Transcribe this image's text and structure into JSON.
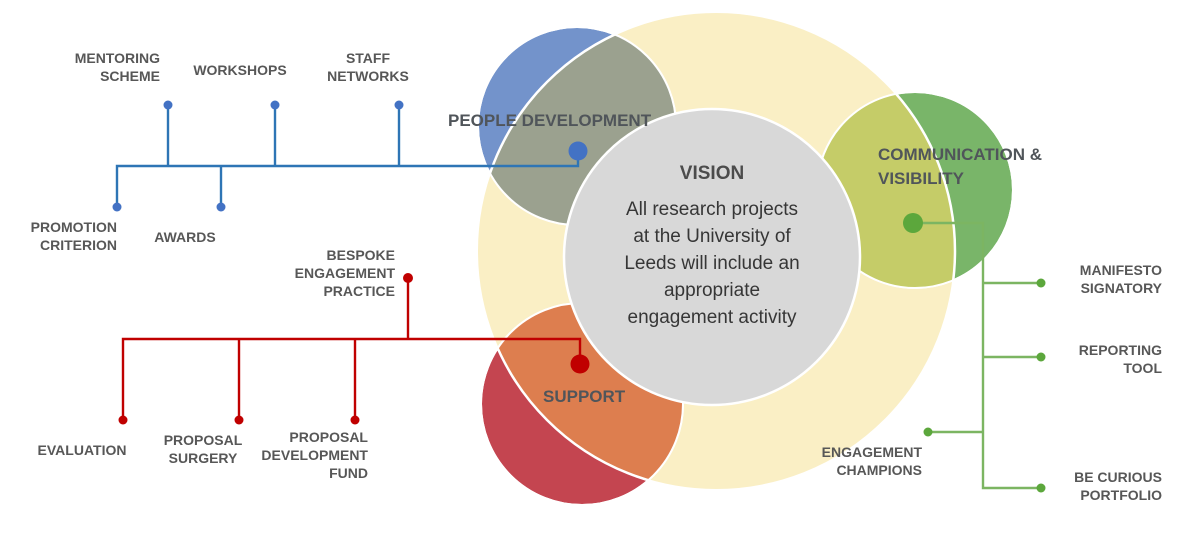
{
  "title": "Engagement vision diagram",
  "vision": {
    "title": "VISION",
    "body": "All research projects\nat the University of\nLeeds will include an\nappropriate\nengagement activity"
  },
  "labels": {
    "people_development": "PEOPLE DEVELOPMENT",
    "communication_visibility": "COMMUNICATION &\nVISIBILITY",
    "support": "SUPPORT",
    "mentoring_scheme": "MENTORING\nSCHEME",
    "workshops": "WORKSHOPS",
    "staff_networks": "STAFF\nNETWORKS",
    "promotion_criterion": "PROMOTION\nCRITERION",
    "awards": "AWARDS",
    "bespoke_engagement_practice": "BESPOKE\nENGAGEMENT\nPRACTICE",
    "evaluation": "EVALUATION",
    "proposal_surgery": "PROPOSAL\nSURGERY",
    "proposal_development_fund": "PROPOSAL\nDEVELOPMENT\nFUND",
    "manifesto_signatory": "MANIFESTO\nSIGNATORY",
    "reporting_tool": "REPORTING\nTOOL",
    "engagement_champions": "ENGAGEMENT\nCHAMPIONS",
    "be_curious_portfolio": "BE CURIOUS\nPORTFOLIO"
  },
  "colors": {
    "yellow_circle": "#FAEFC5",
    "blue_circle": "#7393CB",
    "blue_overlap": "#9BA18F",
    "green_circle": "#79B569",
    "green_overlap": "#C5CC68",
    "red_circle": "#C44550",
    "red_overlap": "#DD7E4F",
    "vision_circle": "#D8D8D8",
    "blue_line": "#2E75B5",
    "blue_dot": "#4372C4",
    "red_line": "#C00000",
    "red_dot": "#C00000",
    "green_line": "#7CB562",
    "green_dot": "#5CA73C"
  }
}
